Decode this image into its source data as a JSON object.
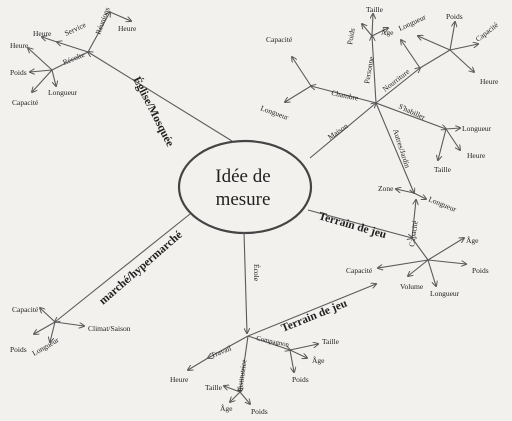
{
  "center": {
    "line1": "Idée de",
    "line2": "mesure"
  },
  "eglise": {
    "main": "Église/Mosquée",
    "service": "Service",
    "reunions": "Réunions",
    "recolte": "Récolte",
    "heure1": "Heure",
    "heure2": "Heure",
    "poids": "Poids",
    "capacite": "Capacité",
    "longueur": "Longueur"
  },
  "maison": {
    "main": "Maison",
    "chambre": "Chambre",
    "personne": "Personne",
    "nourriture": "Nourriture",
    "shabiller": "S'habiller",
    "autres": "Autres/Jardin",
    "capacite1": "Capacité",
    "longueur1": "Longueur",
    "poids1": "Poids",
    "taille1": "Taille",
    "age1": "Âge",
    "longueur2": "Longueur",
    "poids2": "Poids",
    "capacite2": "Capacité",
    "heure": "Heure",
    "longueur3": "Longueur",
    "heure2": "Heure",
    "taille2": "Taille",
    "zone": "Zone",
    "longueur4": "Longueur"
  },
  "terrain1": {
    "main": "Terrain de jeu",
    "capacite_branch": "Capacité",
    "age": "Âge",
    "capacite": "Capacité",
    "poids": "Poids",
    "volume": "Volume",
    "longueur": "Longueur"
  },
  "ecole": {
    "main": "École",
    "terrain2": "Terrain de jeu",
    "travail": "Travail",
    "compagnon": "Compagnon",
    "institutrice": "Institutrice",
    "taille1": "Taille",
    "age1": "Âge",
    "poids1": "Poids",
    "heure": "Heure",
    "taille2": "Taille",
    "age2": "Âge",
    "poids2": "Poids"
  },
  "marche": {
    "main": "marché/hypermarché",
    "capacite": "Capacité",
    "climat": "Climat/Saison",
    "poids": "Poids",
    "longueur": "Longueur"
  }
}
